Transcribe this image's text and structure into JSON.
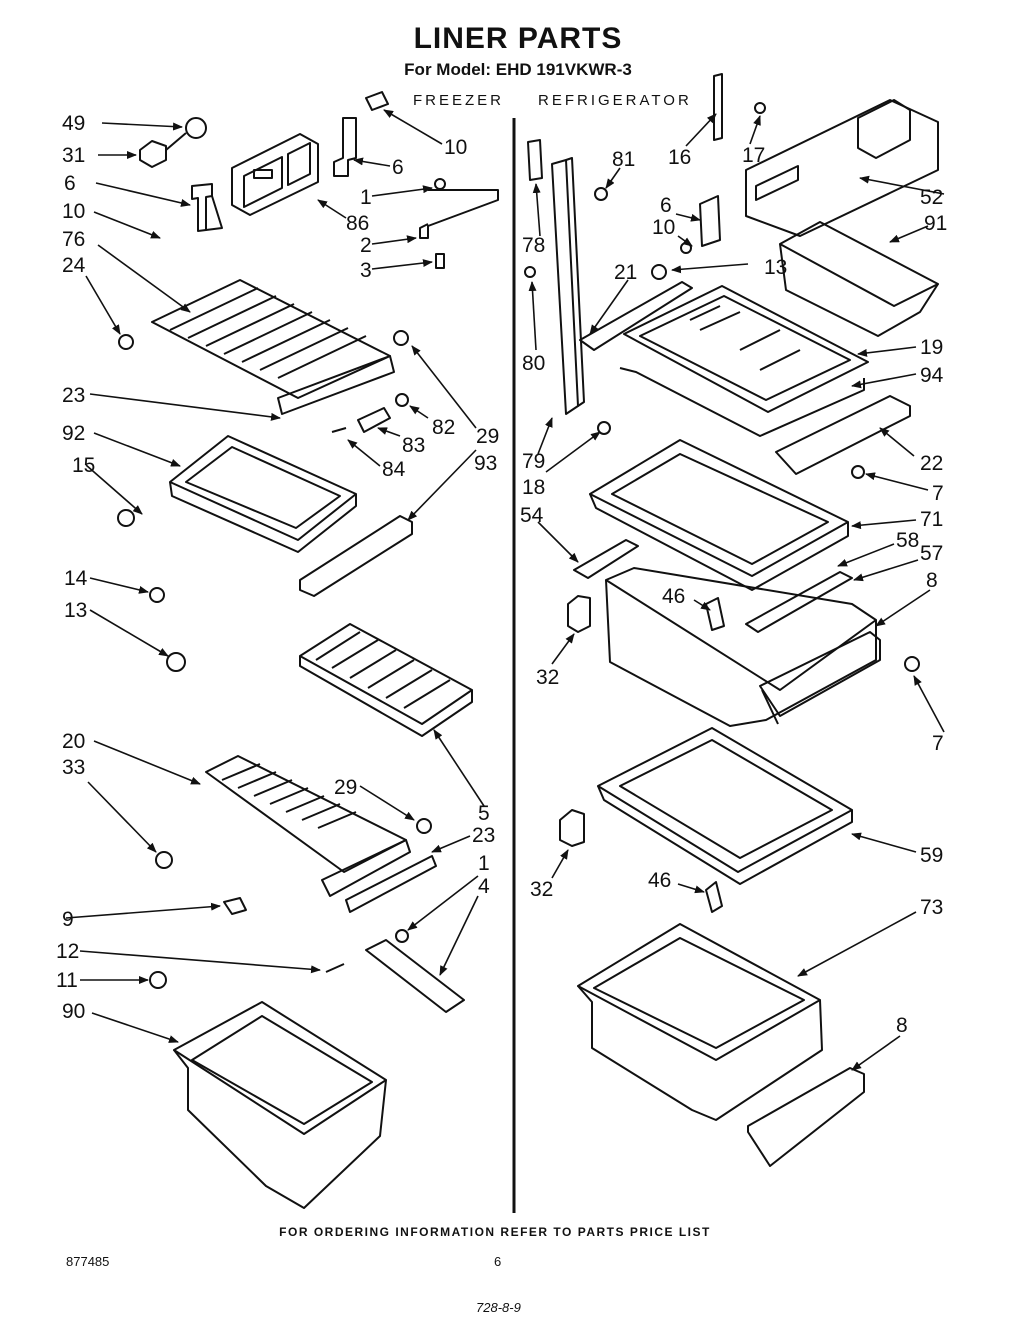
{
  "title": "LINER PARTS",
  "model_line": "For Model: EHD 191VKWR-3",
  "sections": {
    "freezer": "FREEZER",
    "refrigerator": "REFRIGERATOR"
  },
  "footer_note": "FOR ORDERING INFORMATION REFER TO PARTS PRICE LIST",
  "doc_number": "877485",
  "page_number": "6",
  "handwritten_note": "728-8-9",
  "callouts": [
    {
      "id": "49",
      "label": "49"
    },
    {
      "id": "31",
      "label": "31"
    },
    {
      "id": "6a",
      "label": "6"
    },
    {
      "id": "10a",
      "label": "10"
    },
    {
      "id": "76",
      "label": "76"
    },
    {
      "id": "24",
      "label": "24"
    },
    {
      "id": "10b",
      "label": "10"
    },
    {
      "id": "6b",
      "label": "6"
    },
    {
      "id": "1a",
      "label": "1"
    },
    {
      "id": "86",
      "label": "86"
    },
    {
      "id": "2",
      "label": "2"
    },
    {
      "id": "3",
      "label": "3"
    },
    {
      "id": "23a",
      "label": "23"
    },
    {
      "id": "82",
      "label": "82"
    },
    {
      "id": "29a",
      "label": "29"
    },
    {
      "id": "83",
      "label": "83"
    },
    {
      "id": "84",
      "label": "84"
    },
    {
      "id": "92",
      "label": "92"
    },
    {
      "id": "15",
      "label": "15"
    },
    {
      "id": "93",
      "label": "93"
    },
    {
      "id": "14",
      "label": "14"
    },
    {
      "id": "13a",
      "label": "13"
    },
    {
      "id": "5",
      "label": "5"
    },
    {
      "id": "20",
      "label": "20"
    },
    {
      "id": "33",
      "label": "33"
    },
    {
      "id": "29b",
      "label": "29"
    },
    {
      "id": "23b",
      "label": "23"
    },
    {
      "id": "1b",
      "label": "1"
    },
    {
      "id": "4",
      "label": "4"
    },
    {
      "id": "9",
      "label": "9"
    },
    {
      "id": "12",
      "label": "12"
    },
    {
      "id": "11",
      "label": "11"
    },
    {
      "id": "90",
      "label": "90"
    },
    {
      "id": "81",
      "label": "81"
    },
    {
      "id": "16",
      "label": "16"
    },
    {
      "id": "17",
      "label": "17"
    },
    {
      "id": "52",
      "label": "52"
    },
    {
      "id": "78",
      "label": "78"
    },
    {
      "id": "6c",
      "label": "6"
    },
    {
      "id": "10c",
      "label": "10"
    },
    {
      "id": "91",
      "label": "91"
    },
    {
      "id": "21",
      "label": "21"
    },
    {
      "id": "13b",
      "label": "13"
    },
    {
      "id": "80",
      "label": "80"
    },
    {
      "id": "19",
      "label": "19"
    },
    {
      "id": "94",
      "label": "94"
    },
    {
      "id": "79",
      "label": "79"
    },
    {
      "id": "18",
      "label": "18"
    },
    {
      "id": "22",
      "label": "22"
    },
    {
      "id": "7a",
      "label": "7"
    },
    {
      "id": "54",
      "label": "54"
    },
    {
      "id": "71",
      "label": "71"
    },
    {
      "id": "58",
      "label": "58"
    },
    {
      "id": "57",
      "label": "57"
    },
    {
      "id": "46a",
      "label": "46"
    },
    {
      "id": "8a",
      "label": "8"
    },
    {
      "id": "32a",
      "label": "32"
    },
    {
      "id": "7b",
      "label": "7"
    },
    {
      "id": "59",
      "label": "59"
    },
    {
      "id": "32b",
      "label": "32"
    },
    {
      "id": "46b",
      "label": "46"
    },
    {
      "id": "73",
      "label": "73"
    },
    {
      "id": "8b",
      "label": "8"
    }
  ]
}
